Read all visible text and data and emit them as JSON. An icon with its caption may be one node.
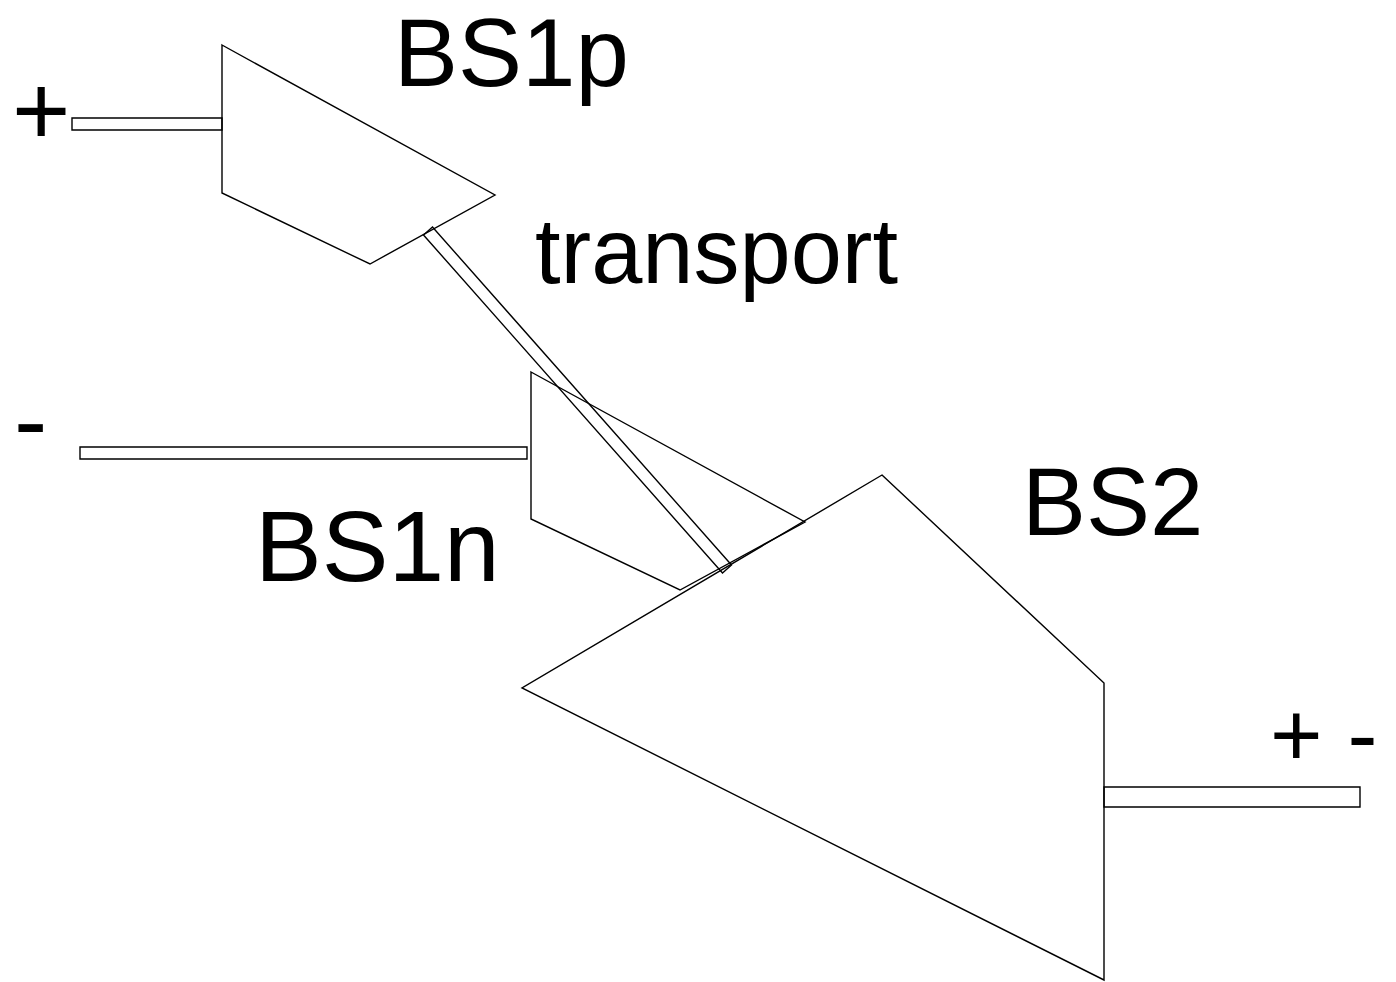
{
  "diagram": {
    "nodes": [
      {
        "text": [
          "+"
        ]
      },
      {
        "text": [
          "BS1p"
        ]
      },
      {
        "text": [
          "-"
        ]
      },
      {
        "text": [
          "BS1n"
        ]
      },
      {
        "text": [
          "BS2"
        ]
      },
      {
        "text": [
          "+ -"
        ]
      }
    ],
    "edges": [
      {
        "from": 0,
        "to": 1,
        "arrow": "none"
      },
      {
        "from": 2,
        "to": 3,
        "arrow": "none"
      },
      {
        "from": 1,
        "to": 4,
        "label": "transport",
        "arrow": "none"
      },
      {
        "from": 4,
        "to": 5,
        "arrow": "none"
      }
    ]
  }
}
